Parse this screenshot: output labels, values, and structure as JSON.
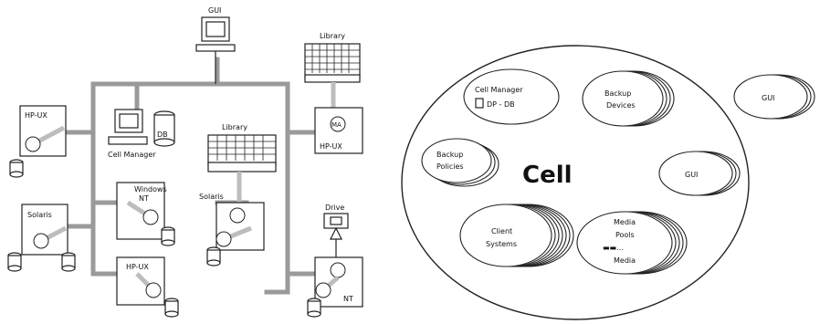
{
  "left": {
    "gui_top": "GUI",
    "library_top": "Library",
    "library_mid": "Library",
    "cell_manager": "Cell Manager",
    "db": "DB",
    "hpux_left": "HP-UX",
    "hpux_right": "HP-UX",
    "hpux_bottom": "HP-UX",
    "solaris_left": "Solaris",
    "solaris_mid": "Solaris",
    "windows_nt_1": "Windows",
    "windows_nt_2": "NT",
    "drive": "Drive",
    "nt": "NT",
    "agent": "MA"
  },
  "right": {
    "cell_label": "Cell",
    "cell_manager_1": "Cell Manager",
    "cell_manager_2": "DP - DB",
    "backup_devices_1": "Backup",
    "backup_devices_2": "Devices",
    "backup_policies_1": "Backup",
    "backup_policies_2": "Policies",
    "client_systems_1": "Client",
    "client_systems_2": "Systems",
    "media_1": "Media",
    "media_2": "Pools",
    "media_3": "Media",
    "media_dots": "▬▬…",
    "gui_inner": "GUI",
    "gui_outer": "GUI"
  },
  "colors": {
    "bus": "#9a9a9a",
    "outline": "#222222",
    "background": "#ffffff"
  },
  "icons": [
    "monitor-icon",
    "database-icon",
    "disk-icon",
    "tape-library-icon",
    "tape-drive-icon"
  ]
}
